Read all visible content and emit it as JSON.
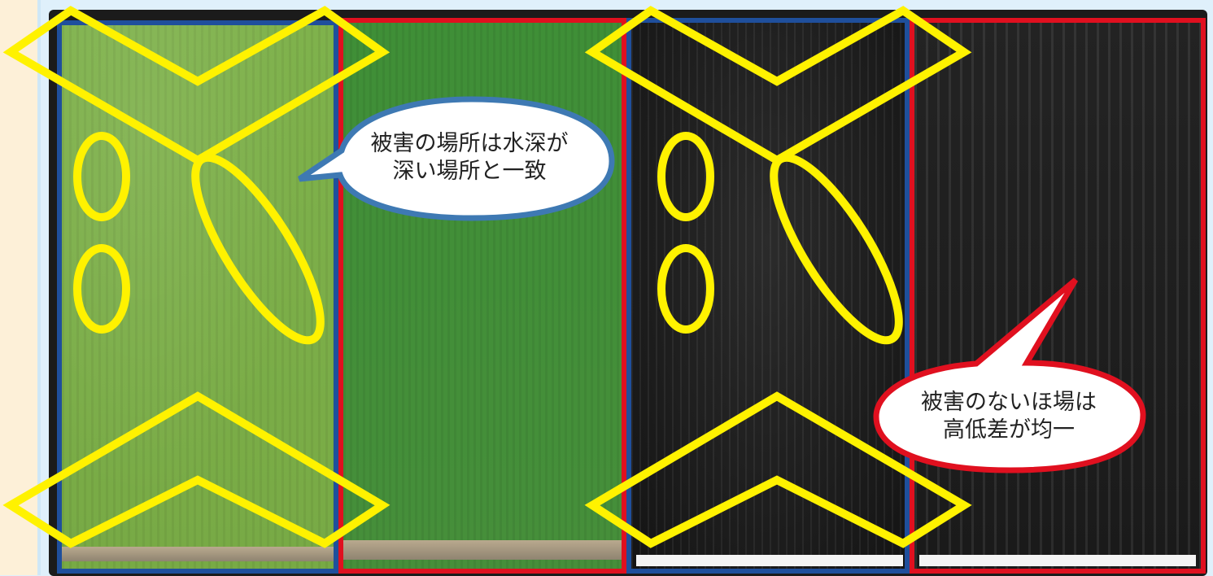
{
  "colors": {
    "page_background": "#dff0fb",
    "left_strip": "#fdf0d8",
    "frame_dark": "#1b1b1b",
    "blue_outline": "#1f4f9c",
    "red_outline": "#e0101f",
    "marker_yellow": "#fff200",
    "bubble_blue_border": "#3e79b3",
    "bubble_red_border": "#e0101f"
  },
  "panels": [
    {
      "name": "rgb-damaged-field",
      "image": "green-field-photo",
      "outline": "blue"
    },
    {
      "name": "rgb-healthy-field",
      "image": "green-field-photo",
      "outline": "red"
    },
    {
      "name": "dem-damaged-field",
      "image": "grayscale-elevation-map",
      "outline": "blue"
    },
    {
      "name": "dem-healthy-field",
      "image": "grayscale-elevation-map",
      "outline": "red"
    }
  ],
  "annotations": {
    "damage_bubble": {
      "line1": "被害の場所は水深が",
      "line2": "深い場所と一致"
    },
    "uniform_bubble": {
      "line1": "被害のないほ場は",
      "line2": "高低差が均一"
    }
  },
  "markers": [
    "x-shape",
    "oval-marker"
  ]
}
